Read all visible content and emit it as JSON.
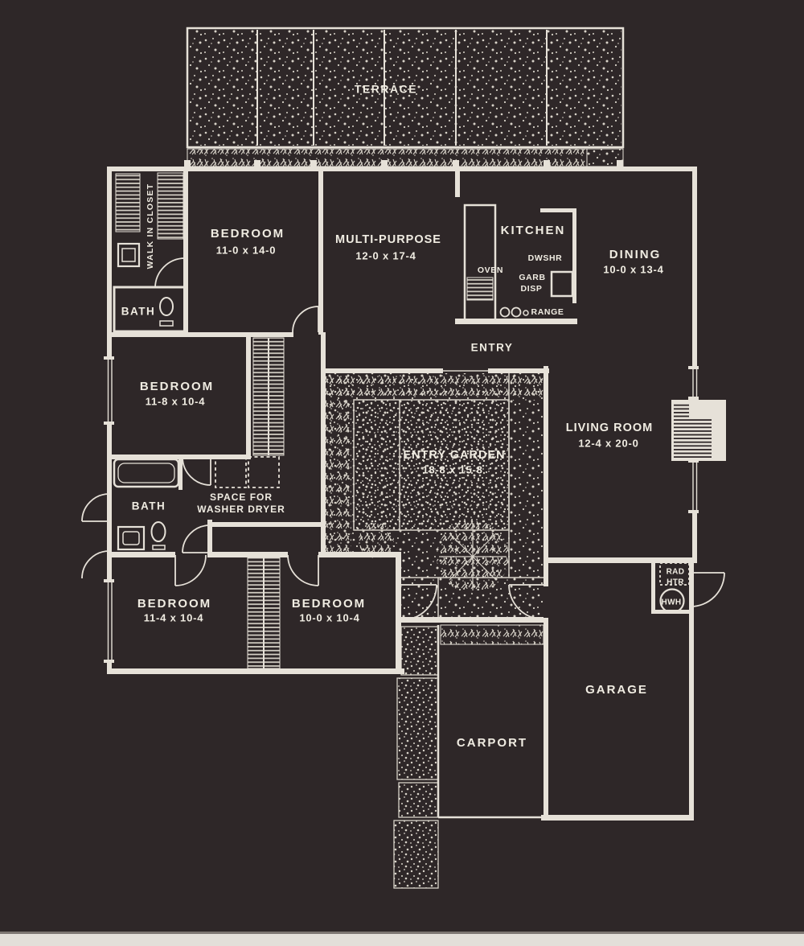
{
  "colors": {
    "background": "#2e2728",
    "wall": "#e6e1d8",
    "text": "#f0ece2",
    "stipple": "#d8d3c9",
    "photo_edge": "#e3dfd9"
  },
  "plan": {
    "terrace": {
      "label": "TERRACE"
    },
    "rooms": {
      "bedroom_top": {
        "name": "BEDROOM",
        "dims": "11-0 x 14-0"
      },
      "multi_purpose": {
        "name": "MULTI-PURPOSE",
        "dims": "12-0 x 17-4"
      },
      "kitchen": {
        "name": "KITCHEN"
      },
      "dining": {
        "name": "DINING",
        "dims": "10-0 x 13-4"
      },
      "entry": {
        "name": "ENTRY"
      },
      "walk_in_closet": {
        "name": "WALK IN CLOSET"
      },
      "bath_top": {
        "name": "BATH"
      },
      "bedroom_middle": {
        "name": "BEDROOM",
        "dims": "11-8 x 10-4"
      },
      "entry_garden": {
        "name": "ENTRY GARDEN",
        "dims": "18-8 x 15-8"
      },
      "living_room": {
        "name": "LIVING ROOM",
        "dims": "12-4 x 20-0"
      },
      "bath_middle": {
        "name": "BATH"
      },
      "laundry": {
        "line1": "SPACE FOR",
        "line2": "WASHER DRYER"
      },
      "bedroom_bottom_left": {
        "name": "BEDROOM",
        "dims": "11-4 x 10-4"
      },
      "bedroom_bottom_mid": {
        "name": "BEDROOM",
        "dims": "10-0 x 10-4"
      },
      "garage": {
        "name": "GARAGE"
      },
      "carport": {
        "name": "CARPORT"
      }
    },
    "fixtures": {
      "oven": "OVEN",
      "dishwasher": "DWSHR",
      "garb_line1": "GARB",
      "garb_line2": "DISP",
      "range": "RANGE",
      "rad_line1": "RAD",
      "rad_line2": "HTR",
      "hot_water_heater": "HWH"
    }
  }
}
